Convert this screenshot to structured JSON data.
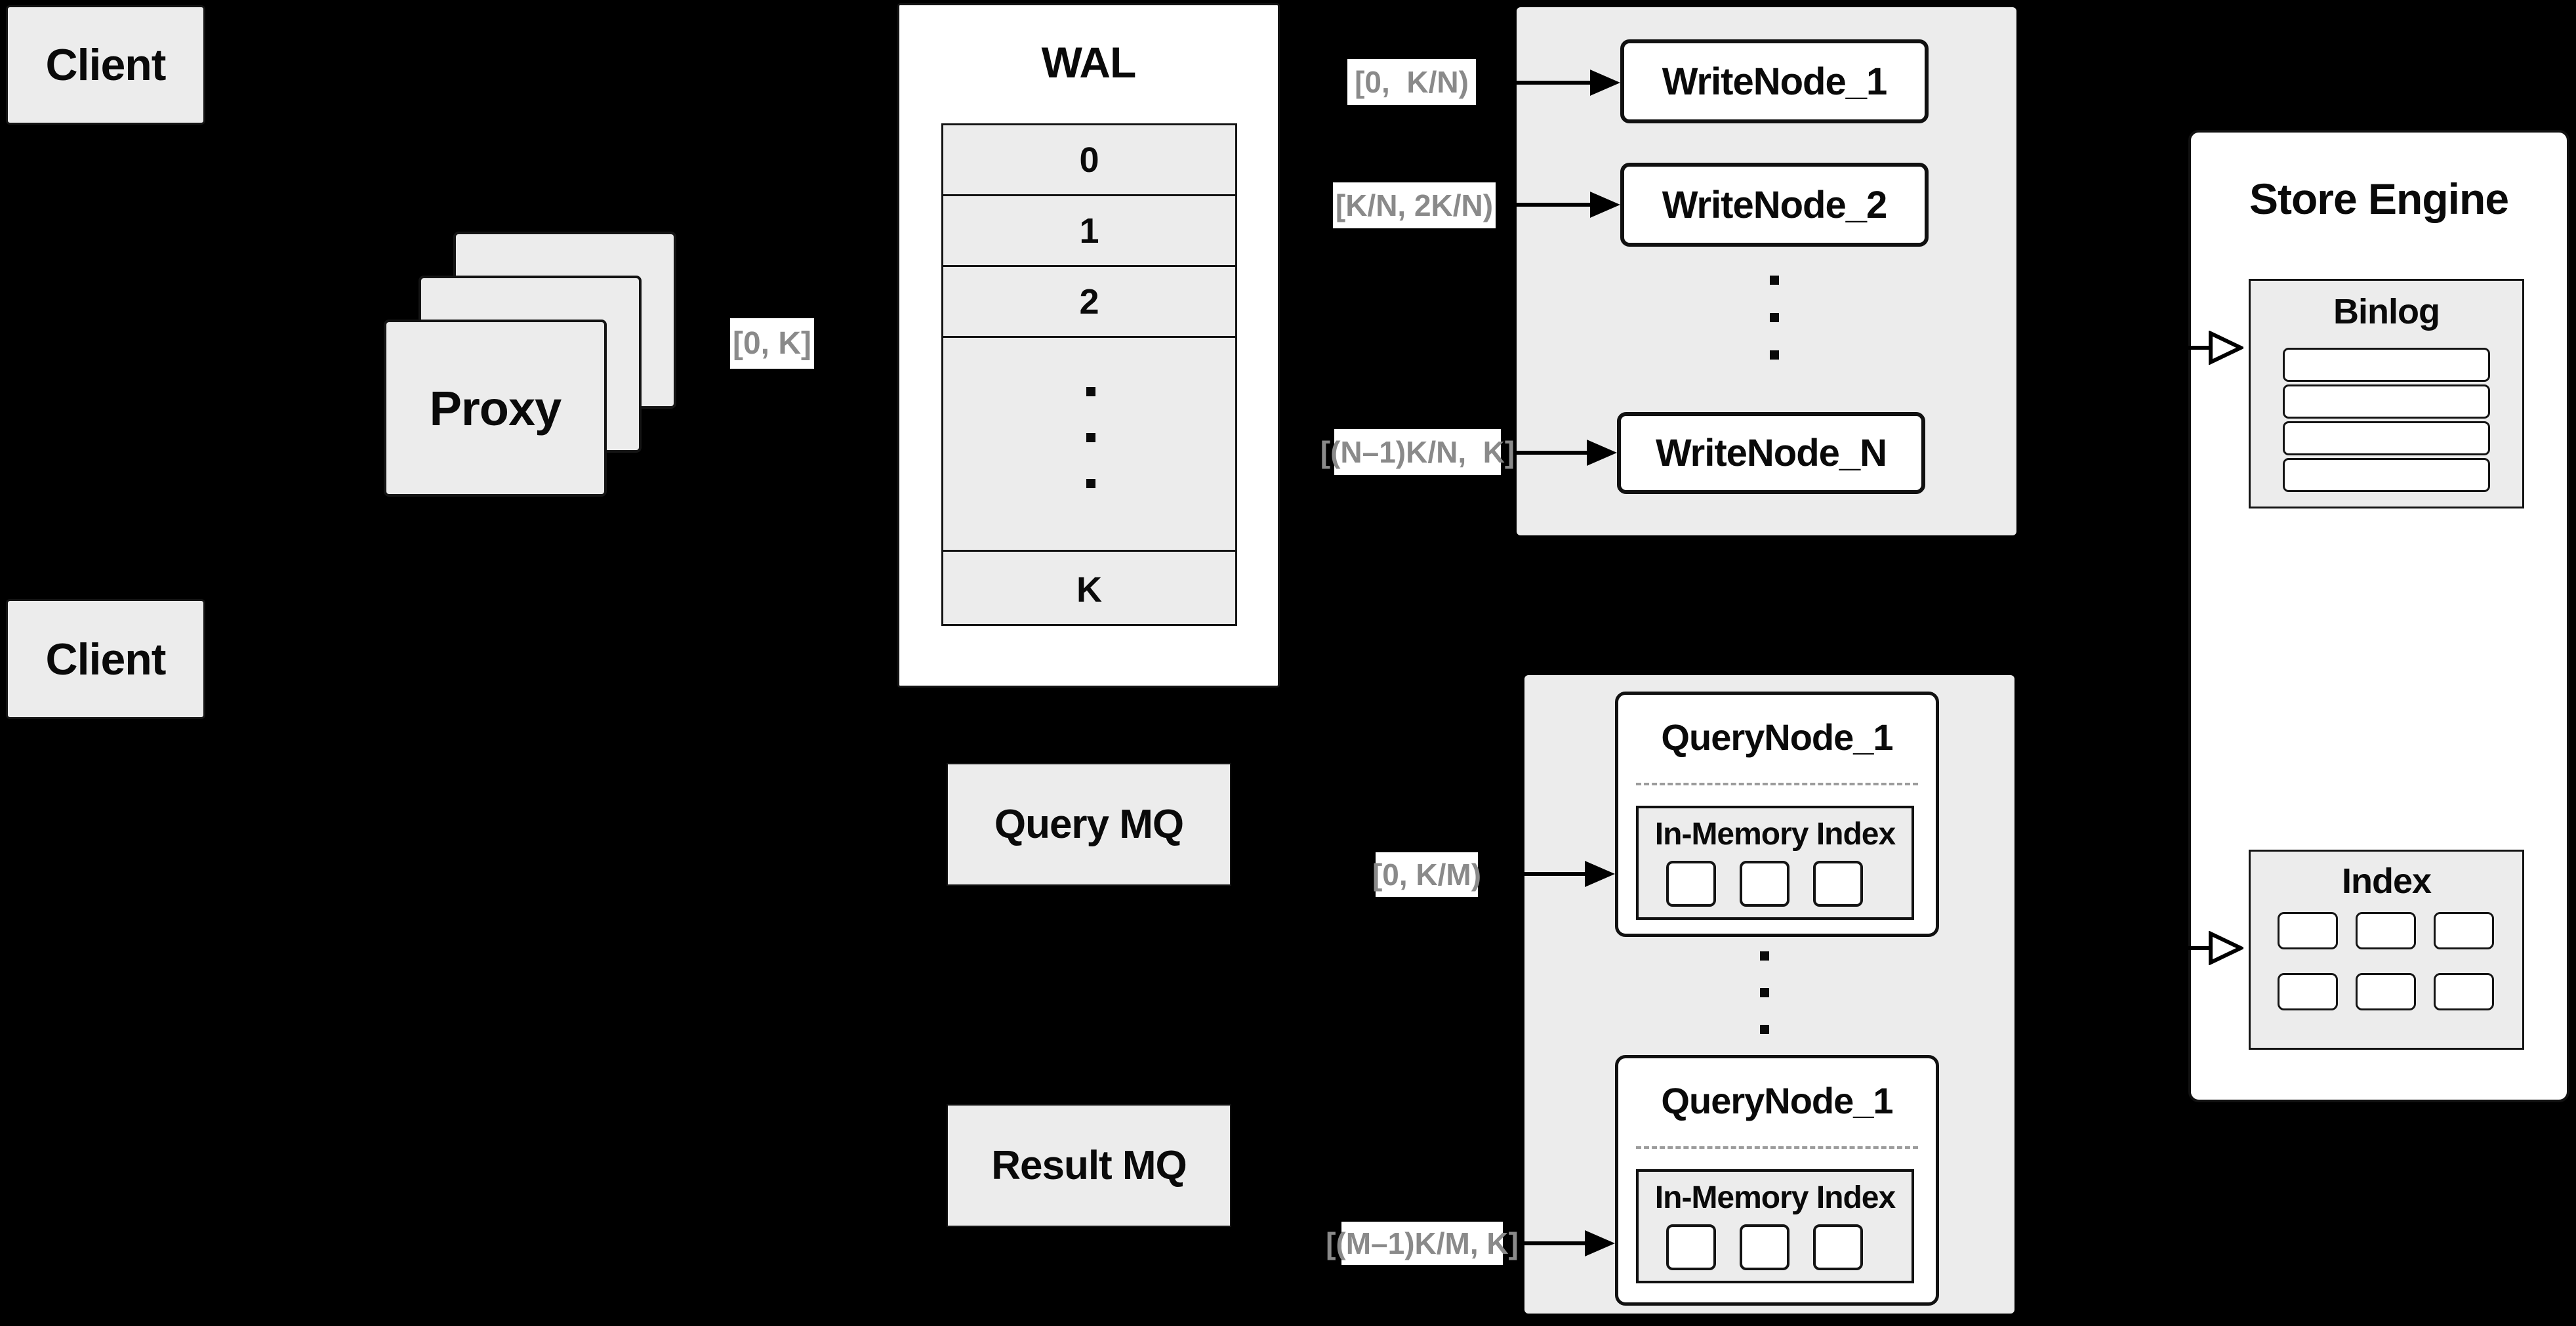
{
  "clients": {
    "top": "Client",
    "bottom": "Client"
  },
  "proxy": {
    "label": "Proxy",
    "range": "[0, K]"
  },
  "wal": {
    "title": "WAL",
    "rows": [
      "0",
      "1",
      "2"
    ],
    "last_row": "K"
  },
  "write_group": {
    "nodes": [
      {
        "range": "[0,  K/N)",
        "label": "WriteNode_1"
      },
      {
        "range": "[K/N, 2K/N)",
        "label": "WriteNode_2"
      },
      {
        "range": "[(N–1)K/N,  K]",
        "label": "WriteNode_N"
      }
    ]
  },
  "mq": {
    "query": "Query MQ",
    "result": "Result MQ"
  },
  "query_group": {
    "nodes": [
      {
        "range": "[0, K/M)",
        "title": "QueryNode_1",
        "inner_title": "In-Memory Index"
      },
      {
        "range": "[(M–1)K/M, K]",
        "title": "QueryNode_1",
        "inner_title": "In-Memory Index"
      }
    ]
  },
  "store_engine": {
    "title": "Store Engine",
    "binlog_title": "Binlog",
    "index_title": "Index"
  },
  "colors": {
    "background": "#000000",
    "panel_gray": "#ececec",
    "node_white": "#ffffff",
    "border": "#141414",
    "range_text": "#8a8a8a"
  }
}
